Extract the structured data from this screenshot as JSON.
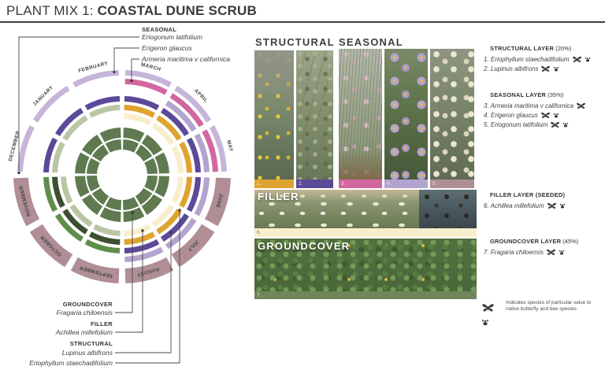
{
  "title": {
    "prefix": "PLANT MIX 1:",
    "name": "COASTAL DUNE SCRUB"
  },
  "calendar": {
    "months": [
      {
        "name": "JANUARY",
        "season": "cool"
      },
      {
        "name": "FEBRUARY",
        "season": "cool"
      },
      {
        "name": "MARCH",
        "season": "cool"
      },
      {
        "name": "APRIL",
        "season": "cool"
      },
      {
        "name": "MAY",
        "season": "cool"
      },
      {
        "name": "JUNE",
        "season": "warm"
      },
      {
        "name": "JULY",
        "season": "warm"
      },
      {
        "name": "AUGUST",
        "season": "warm"
      },
      {
        "name": "SEPTEMBER",
        "season": "warm"
      },
      {
        "name": "OCTOBER",
        "season": "warm"
      },
      {
        "name": "NOVEMBER",
        "season": "warm"
      },
      {
        "name": "DECEMBER",
        "season": "cool"
      }
    ],
    "season_colors": {
      "cool": "#c6b5d9",
      "warm": "#b08e96"
    },
    "rings": [
      {
        "id": "eriogonum",
        "species": "Eriogonum latifolium",
        "segments": [
          {
            "months": [
              "JUNE",
              "JULY",
              "AUGUST",
              "SEPTEMBER",
              "OCTOBER",
              "NOVEMBER"
            ],
            "color": "#b08e96"
          }
        ]
      },
      {
        "id": "armeria",
        "species": "Armeria maritima v californica",
        "segments": [
          {
            "months": [
              "MARCH",
              "APRIL",
              "MAY"
            ],
            "color": "#d2669f"
          }
        ]
      },
      {
        "id": "erigeron",
        "species": "Erigeron glaucus",
        "segments": [
          {
            "months": [
              "APRIL",
              "MAY",
              "JUNE",
              "JULY",
              "AUGUST"
            ],
            "color": "#b2a4ce"
          }
        ]
      },
      {
        "id": "lupinus",
        "species": "Lupinus albifrons",
        "segments": [
          {
            "months": [
              "DECEMBER",
              "JANUARY",
              "FEBRUARY",
              "MARCH",
              "APRIL",
              "MAY",
              "JUNE",
              "JULY",
              "AUGUST"
            ],
            "color": "#5b4999"
          },
          {
            "months": [
              "SEPTEMBER",
              "OCTOBER",
              "NOVEMBER"
            ],
            "color": "#5f8e4a"
          }
        ]
      },
      {
        "id": "eriophyllum",
        "species": "Eriophyllum staechadifolium",
        "segments": [
          {
            "months": [
              "MARCH",
              "APRIL",
              "MAY",
              "JUNE",
              "JULY",
              "AUGUST"
            ],
            "color": "#dfa330"
          },
          {
            "months": [
              "SEPTEMBER",
              "OCTOBER",
              "NOVEMBER"
            ],
            "color": "#3d4f30"
          },
          {
            "months": [
              "DECEMBER",
              "JANUARY",
              "FEBRUARY"
            ],
            "color": "#b9c6a4"
          }
        ]
      },
      {
        "id": "achillea",
        "species": "Achillea millefolium",
        "segments": [
          {
            "months": [
              "MARCH",
              "APRIL",
              "MAY",
              "JUNE",
              "JULY",
              "AUGUST"
            ],
            "color": "#f9eecb"
          },
          {
            "months": [
              "SEPTEMBER",
              "OCTOBER",
              "NOVEMBER"
            ],
            "color": "#b9c6a4"
          }
        ]
      }
    ],
    "wheel": {
      "species": "Fragaria chiloensis",
      "color": "#5f7a50"
    },
    "labels": {
      "seasonal_heading": "SEASONAL",
      "seasonal_items": [
        "Eriogonum latifolium",
        "Erigeron glaucus",
        "Armeria maritima v californica"
      ],
      "groundcover_heading": "GROUNDCOVER",
      "groundcover_species": "Fragaria chiloensis",
      "filler_heading": "FILLER",
      "filler_species": "Achillea millefolium",
      "structural_heading": "STRUCTURAL",
      "structural_species": [
        "Lupinus albifrons",
        "Eriophyllum staechadifolium"
      ]
    }
  },
  "gallery": {
    "sections": [
      {
        "label": "STRUCTURAL"
      },
      {
        "label": "SEASONAL"
      },
      {
        "label": "FILLER"
      },
      {
        "label": "GROUNDCOVER"
      }
    ],
    "photos": [
      {
        "num": "1.",
        "bar_color": "#dfa330",
        "text": "light"
      },
      {
        "num": "2.",
        "bar_color": "#5b4999",
        "text": "light"
      },
      {
        "num": "3.",
        "bar_color": "#d2669f",
        "text": "light"
      },
      {
        "num": "4.",
        "bar_color": "#b2a4ce",
        "text": "light"
      },
      {
        "num": "5.",
        "bar_color": "#b08e96",
        "text": "light"
      },
      {
        "num": "6.",
        "bar_color": "#f9eecb",
        "text": "dark"
      },
      {
        "num": "7.",
        "bar_color": "#70855a",
        "text": "light"
      }
    ]
  },
  "legend": {
    "groups": [
      {
        "title": "STRUCTURAL LAYER",
        "suffix": " (20%)",
        "items": [
          {
            "num": "1.",
            "name": "Eriophyllum staechadifolium",
            "butterfly": true,
            "bee": true
          },
          {
            "num": "2.",
            "name": "Lupinus albifrons",
            "butterfly": true,
            "bee": true
          }
        ]
      },
      {
        "title": "SEASONAL LAYER",
        "suffix": " (35%)",
        "items": [
          {
            "num": "3.",
            "name": "Armeria maritima v californica",
            "butterfly": true,
            "bee": false
          },
          {
            "num": "4.",
            "name": "Erigeron glaucus",
            "butterfly": true,
            "bee": true
          },
          {
            "num": "5.",
            "name": "Eriogonum latifolium",
            "butterfly": true,
            "bee": true
          }
        ]
      },
      {
        "title": "FILLER LAYER (SEEDED)",
        "suffix": "",
        "items": [
          {
            "num": "6.",
            "name": "Achillea millefolium",
            "butterfly": true,
            "bee": true
          }
        ]
      },
      {
        "title": "GROUNDCOVER LAYER",
        "suffix": " (45%)",
        "items": [
          {
            "num": "7.",
            "name": "Fragaria chiloensis",
            "butterfly": true,
            "bee": true
          }
        ]
      }
    ],
    "note": "Indicates species of particular value to native butterfly and bee species"
  }
}
